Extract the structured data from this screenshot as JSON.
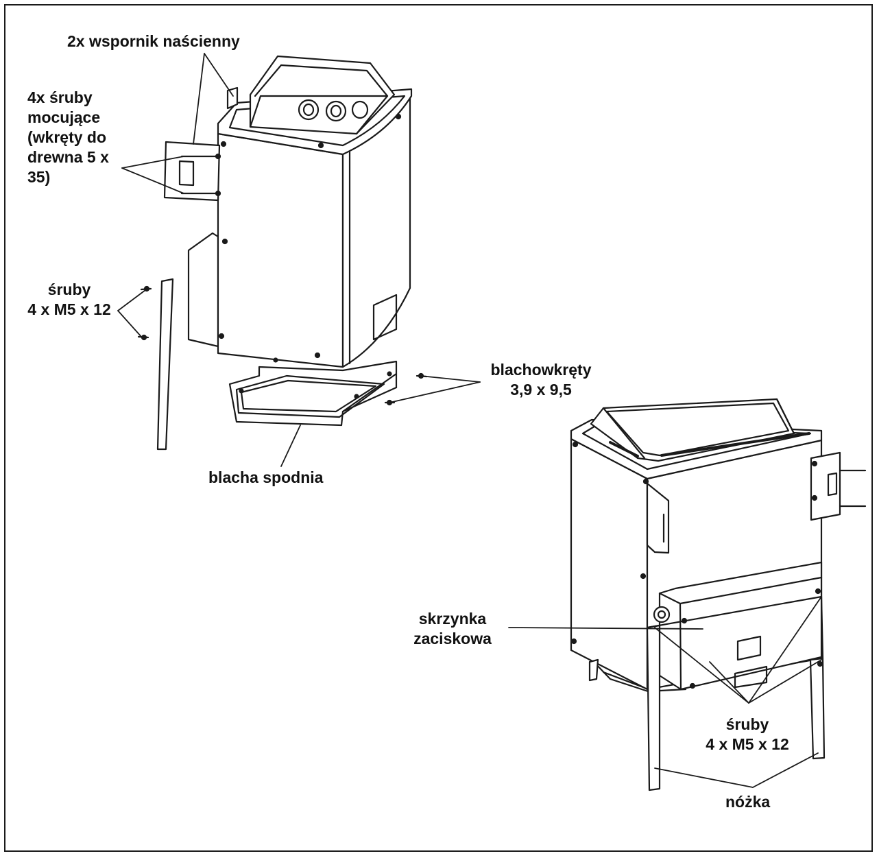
{
  "colors": {
    "line": "#1a1a1a",
    "fill": "#ffffff",
    "text": "#111111"
  },
  "labels": {
    "wall_brackets": "2x wspornik naścienny",
    "mount_screws_l1": "4x śruby",
    "mount_screws_l2": "mocujące",
    "mount_screws_l3": "(wkręty do",
    "mount_screws_l4": "drewna 5 x",
    "mount_screws_l5": "35)",
    "screws_left_l1": "śruby",
    "screws_left_l2": "4 x M5 x 12",
    "sheet_screws_l1": "blachowkręty",
    "sheet_screws_l2": "3,9 x 9,5",
    "bottom_plate": "blacha spodnia",
    "terminal_box_l1": "skrzynka",
    "terminal_box_l2": "zaciskowa",
    "screws_right_l1": "śruby",
    "screws_right_l2": "4 x M5 x 12",
    "leg": "nóżka"
  }
}
